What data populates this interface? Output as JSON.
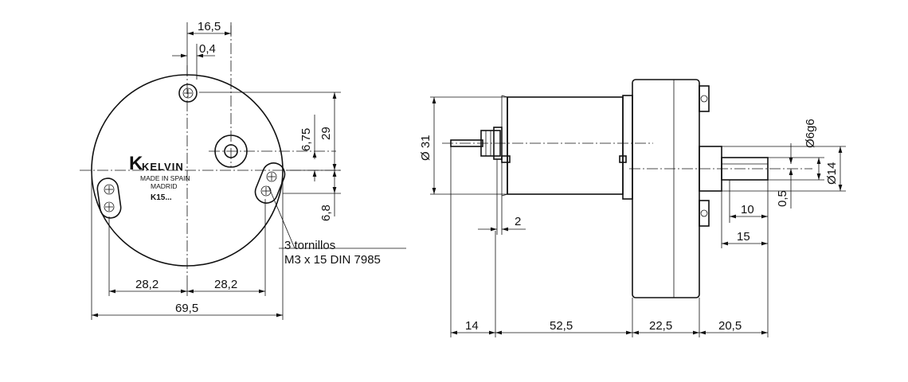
{
  "front_view": {
    "brand_logo_letter": "K",
    "brand_name": "KELVIN",
    "origin_line1": "MADE IN SPAIN",
    "origin_line2": "MADRID",
    "model": "K15...",
    "dims": {
      "top_offset": "16,5",
      "top_small": "0,4",
      "right_upper": "6,75",
      "right_total": "29",
      "right_lower": "6,8",
      "bottom_left": "28,2",
      "bottom_right": "28,2",
      "overall_width": "69,5"
    },
    "screw_note_line1": "3 tornillos",
    "screw_note_line2": "M3 x 15  DIN 7985"
  },
  "side_view": {
    "dims": {
      "body_diameter": "Ø 31",
      "terminal_offset": "2",
      "shaft_diameter": "Ø6g6",
      "hub_diameter": "Ø14",
      "shaft_offset": "0,5",
      "shaft_flat": "10",
      "shaft_length": "15",
      "bottom": [
        "14",
        "52,5",
        "22,5",
        "20,5"
      ]
    }
  }
}
